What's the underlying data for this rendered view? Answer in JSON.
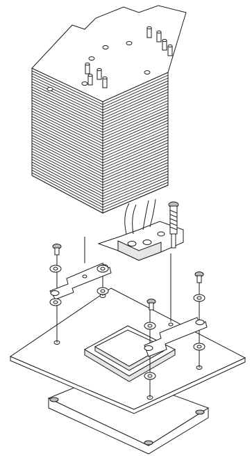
{
  "diagram": {
    "type": "exploded-assembly",
    "colors": {
      "line": "#1a1a1a",
      "fill": "#ffffff",
      "shade": "#e6e6e6",
      "dark": "#bdbdbd"
    },
    "parts": [
      "heatsink-fin-stack",
      "heat-pipes",
      "cooler-base",
      "mounting-bar-left",
      "mounting-bar-right",
      "screws",
      "washers",
      "motherboard",
      "cpu-socket",
      "cpu-chip",
      "backplate"
    ]
  }
}
